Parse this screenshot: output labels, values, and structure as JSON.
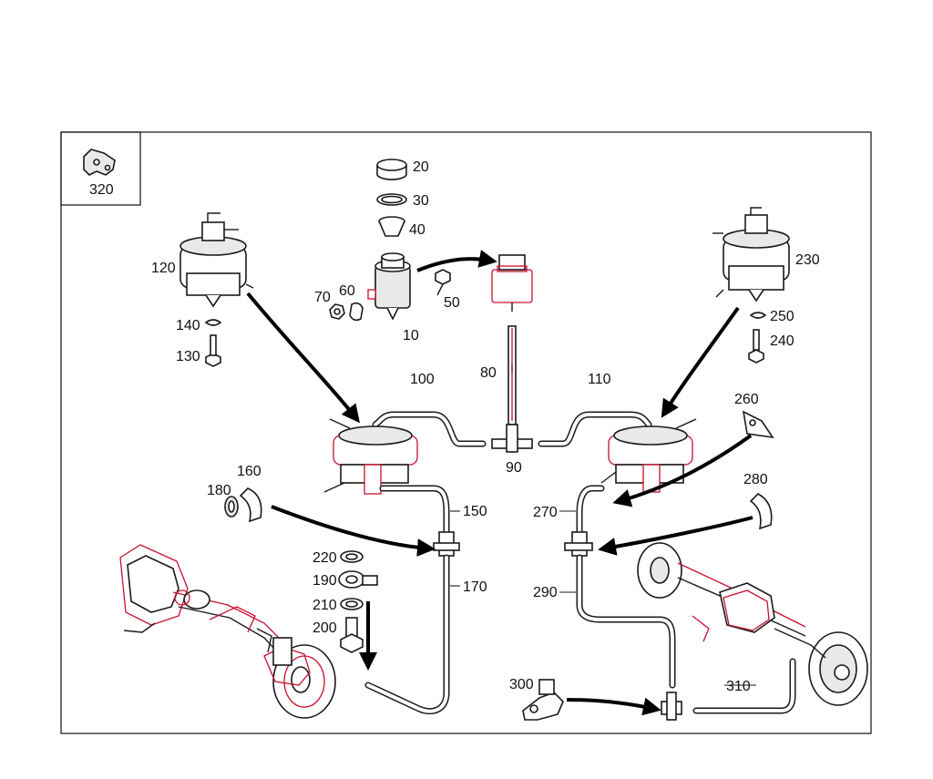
{
  "legend": {
    "part_number": "320"
  },
  "callouts": {
    "p10": "10",
    "p20": "20",
    "p30": "30",
    "p40": "40",
    "p50": "50",
    "p60": "60",
    "p70": "70",
    "p80": "80",
    "p90": "90",
    "p100": "100",
    "p110": "110",
    "p120": "120",
    "p130": "130",
    "p140": "140",
    "p150": "150",
    "p160": "160",
    "p170": "170",
    "p180": "180",
    "p190": "190",
    "p200": "200",
    "p210": "210",
    "p220": "220",
    "p230": "230",
    "p240": "240",
    "p250": "250",
    "p260": "260",
    "p270": "270",
    "p280": "280",
    "p290": "290",
    "p300": "300",
    "p310": "310"
  }
}
